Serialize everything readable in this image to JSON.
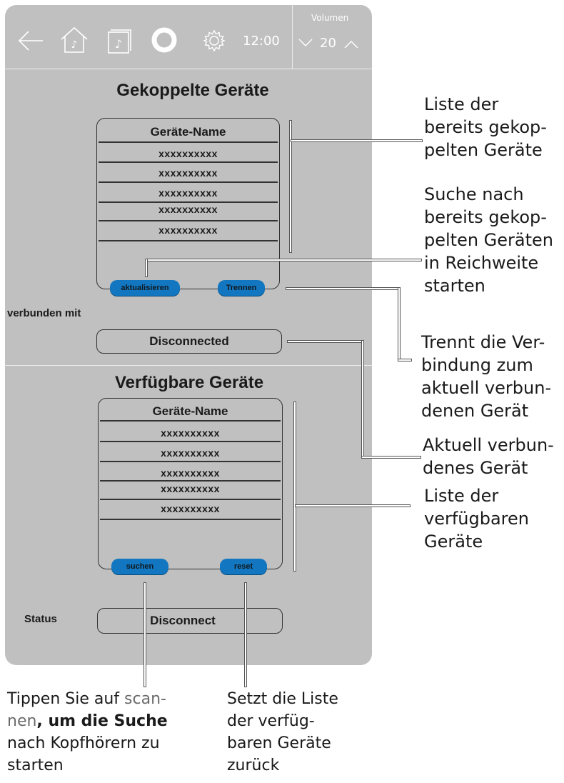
{
  "header": {
    "time": "12:00",
    "volume_label": "Volumen",
    "volume_value": "20"
  },
  "paired": {
    "title": "Gekoppelte Geräte",
    "list_header": "Geräte-Name",
    "items": [
      "xxxxxxxxxx",
      "xxxxxxxxxx",
      "xxxxxxxxxx",
      "xxxxxxxxxx",
      "xxxxxxxxxx"
    ],
    "refresh_label": "aktualisieren",
    "disconnect_label": "Trennen",
    "connected_with_label": "verbunden mit",
    "connected_value": "Disconnected"
  },
  "available": {
    "title": "Verfügbare Geräte",
    "list_header": "Geräte-Name",
    "items": [
      "xxxxxxxxxx",
      "xxxxxxxxxx",
      "xxxxxxxxxx",
      "xxxxxxxxxx",
      "xxxxxxxxxx"
    ],
    "search_label": "suchen",
    "reset_label": "reset",
    "status_label": "Status",
    "status_value": "Disconnect"
  },
  "callouts": {
    "paired_list": [
      "Liste der",
      "bereits gekop-",
      "pelten Geräte"
    ],
    "refresh": [
      "Suche nach",
      "bereits gekop-",
      "pelten Geräten",
      "in Reichweite",
      "starten"
    ],
    "disconnect": [
      "Trennt die Ver-",
      "bindung zum",
      "aktuell verbun-",
      "denen Gerät"
    ],
    "current_device": [
      "Aktuell verbun-",
      "denes Gerät"
    ],
    "available_list": [
      "Liste der",
      "verfügbaren",
      "Geräte"
    ],
    "scan": {
      "line1_a": "Tippen Sie auf ",
      "line1_b": "scan-",
      "line2_a": "nen",
      "line2_b": ", um die Suche",
      "line3": "nach Kopfhörern zu",
      "line4": "starten"
    },
    "reset": [
      "Setzt die Liste",
      "der verfüg-",
      "baren Geräte",
      "zurück"
    ]
  }
}
